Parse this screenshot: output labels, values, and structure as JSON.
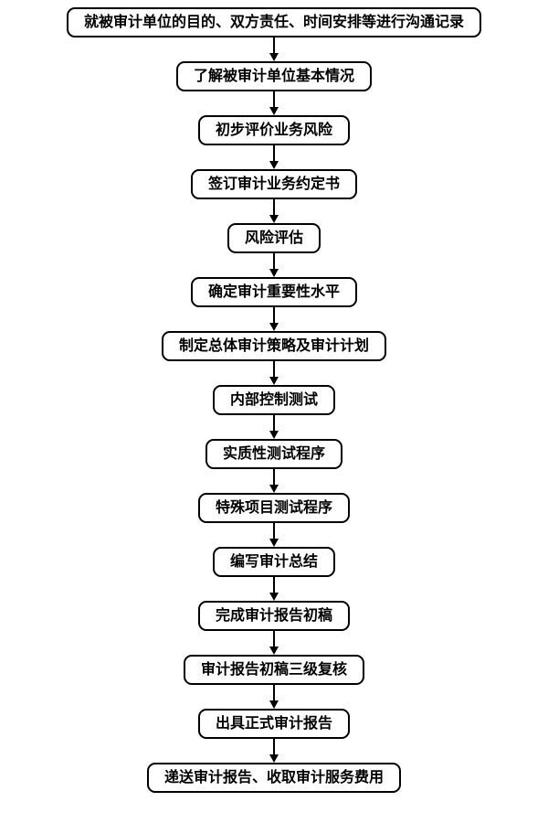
{
  "flowchart": {
    "title": "audit-process-flowchart",
    "colors": {
      "border": "#000000",
      "background": "#ffffff",
      "text": "#000000",
      "arrow": "#000000"
    },
    "steps": [
      {
        "label": "就被审计单位的目的、双方责任、时间安排等进行沟通记录"
      },
      {
        "label": "了解被审计单位基本情况"
      },
      {
        "label": "初步评价业务风险"
      },
      {
        "label": "签订审计业务约定书"
      },
      {
        "label": "风险评估"
      },
      {
        "label": "确定审计重要性水平"
      },
      {
        "label": "制定总体审计策略及审计计划"
      },
      {
        "label": "内部控制测试"
      },
      {
        "label": "实质性测试程序"
      },
      {
        "label": "特殊项目测试程序"
      },
      {
        "label": "编写审计总结"
      },
      {
        "label": "完成审计报告初稿"
      },
      {
        "label": "审计报告初稿三级复核"
      },
      {
        "label": "出具正式审计报告"
      },
      {
        "label": "递送审计报告、收取审计服务费用"
      }
    ]
  }
}
